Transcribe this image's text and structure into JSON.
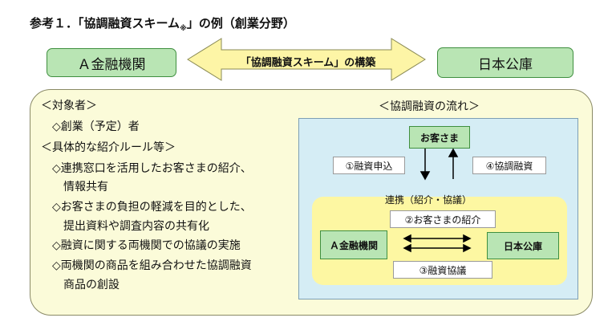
{
  "header": {
    "title_main": "参考１．「協調融資スキーム",
    "title_note": "※",
    "title_tail": "」の例（創業分野）",
    "left_org": "Ａ金融機関",
    "right_org": "日本公庫",
    "scheme_label": "「協調融資スキーム」の構築"
  },
  "criteria": {
    "target_heading": "＜対象者＞",
    "target_item": "◇創業（予定）者",
    "rules_heading": "＜具体的な紹介ルール等＞",
    "rules": [
      {
        "line1": "◇連携窓口を活用したお客さまの紹介、",
        "line2": "情報共有"
      },
      {
        "line1": "◇お客さまの負担の軽減を目的とした、",
        "line2": "提出資料や調査内容の共有化"
      },
      {
        "line1": "◇融資に関する両機関での協議の実施",
        "line2": ""
      },
      {
        "line1": "◇両機関の商品を組み合わせた協調融資",
        "line2": "商品の創設"
      }
    ]
  },
  "flow": {
    "title": "＜協調融資の流れ＞",
    "customer": "お客さま",
    "step1": "①融資申込",
    "step4": "④協調融資",
    "cooperation": "連携（紹介・協議）",
    "step2": "②お客さまの紹介",
    "bank": "Ａ金融機関",
    "jfc": "日本公庫",
    "step3": "③融資協議"
  },
  "colors": {
    "green_fill": "#b9e5b4",
    "cream_fill": "#fbfbd9",
    "yellow_arrow": "#fdf5a6",
    "blue_panel": "#d5edf5",
    "yellow_panel": "#fdf7a2"
  }
}
